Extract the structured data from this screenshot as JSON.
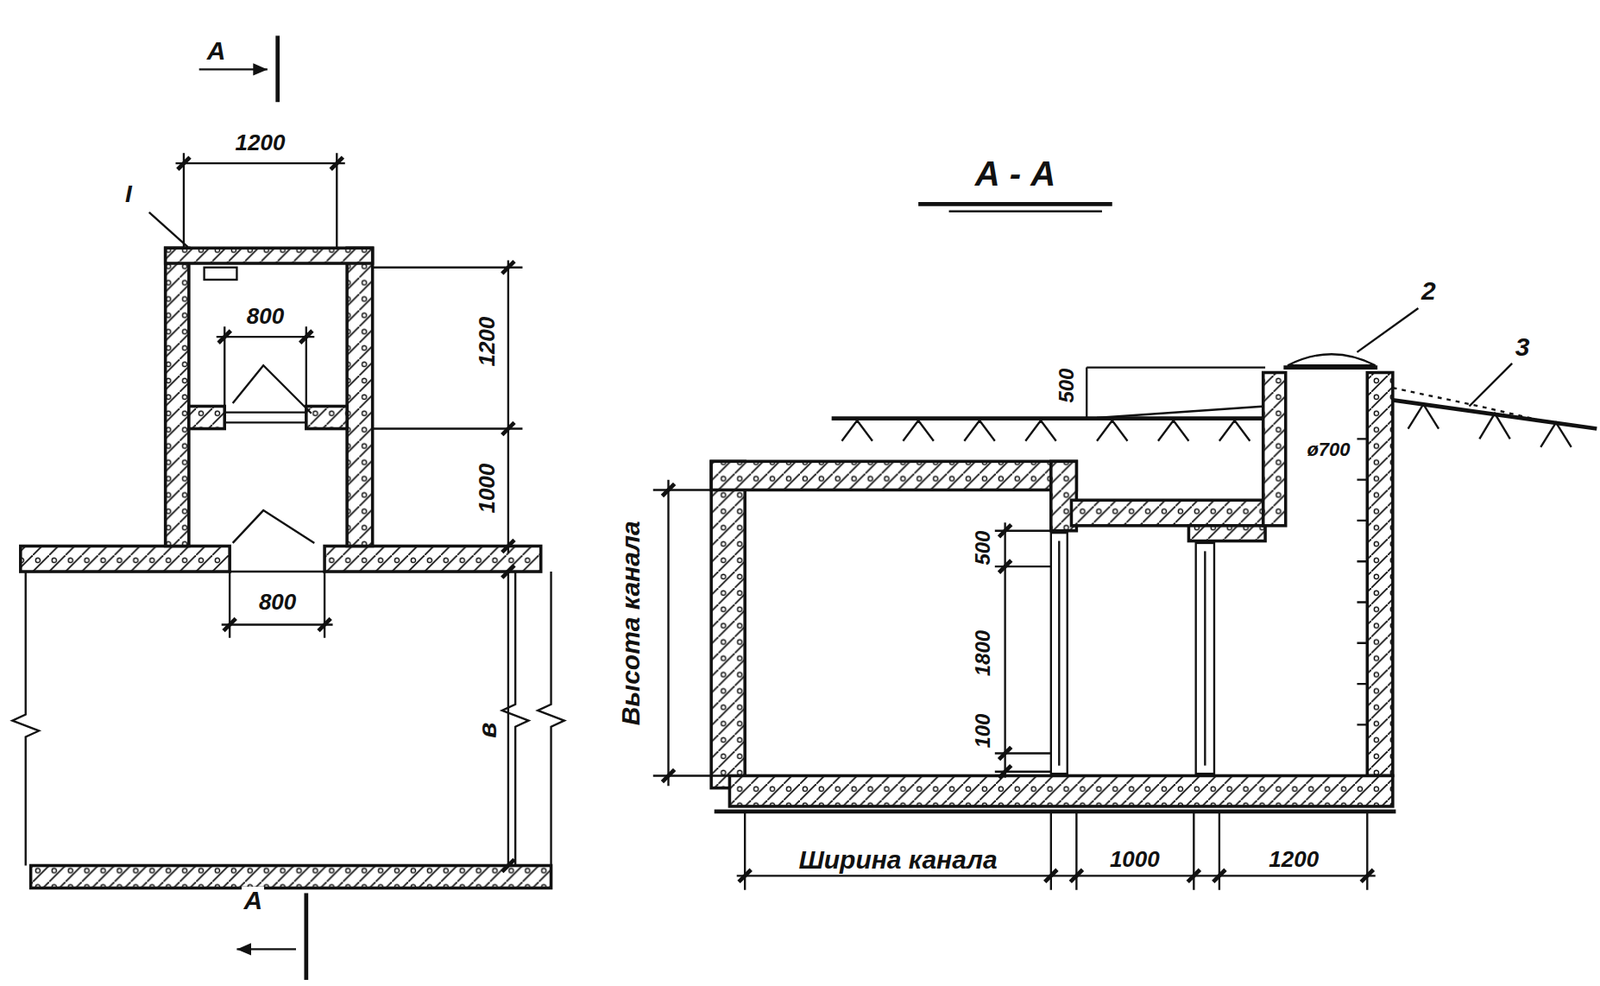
{
  "diagram": {
    "labels": [
      "А",
      "1200",
      "I",
      "800",
      "1200",
      "1000",
      "800",
      "в",
      "А",
      "А - А",
      "2",
      "3",
      "500",
      "ø700",
      "500",
      "1800",
      "100",
      "Высота канала",
      "Ширина канала",
      "1000",
      "1200"
    ]
  }
}
